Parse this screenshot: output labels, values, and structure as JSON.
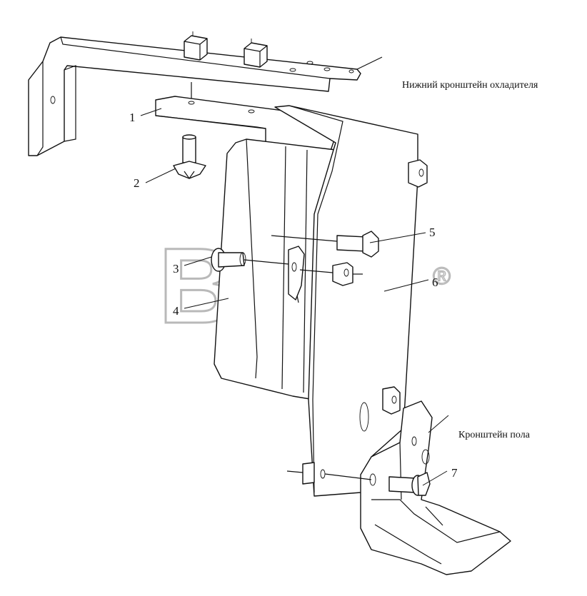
{
  "captions": {
    "cooler_bracket": "Нижний кронштейн охладителя",
    "floor_bracket": "Кронштейн пола"
  },
  "callouts": [
    "1",
    "2",
    "3",
    "4",
    "5",
    "6",
    "7"
  ],
  "watermark": {
    "text": "BTM",
    "mark": "®"
  },
  "colors": {
    "line": "#111111",
    "watermark": "#b9b9b9",
    "background": "#ffffff"
  }
}
